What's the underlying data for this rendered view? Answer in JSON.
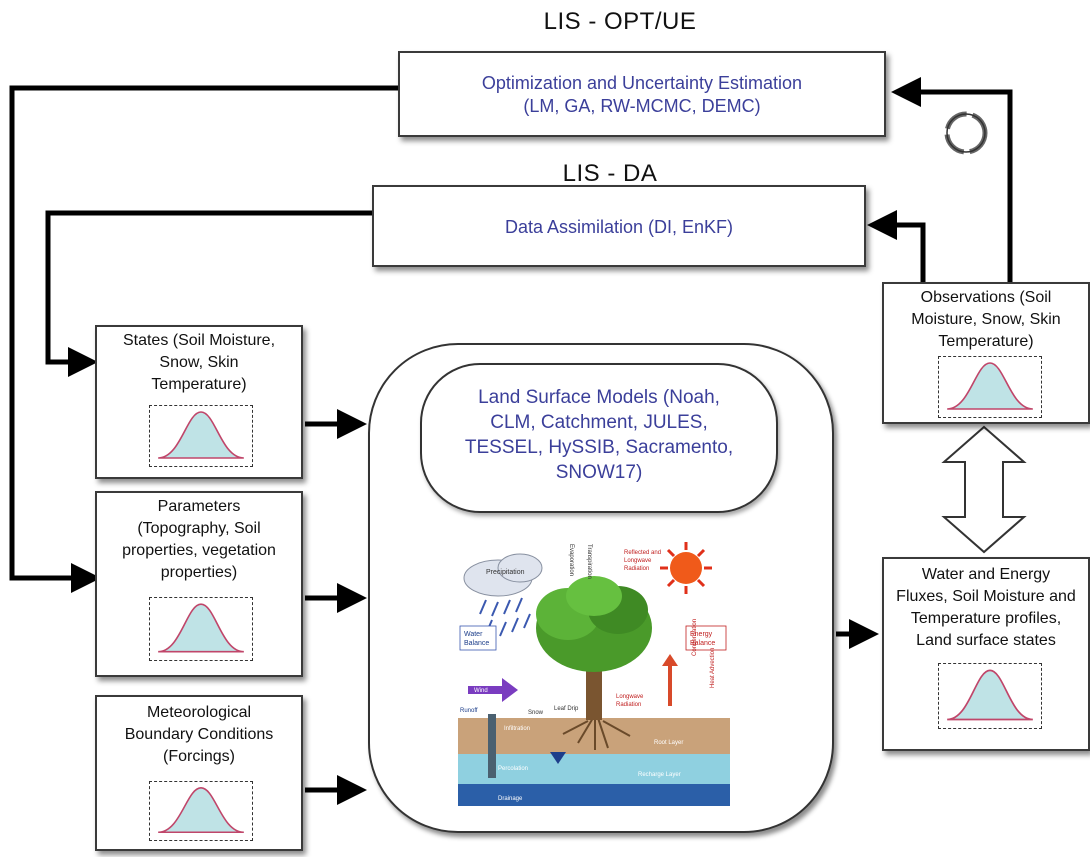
{
  "opt_title": "LIS - OPT/UE",
  "opt_box": {
    "line1": "Optimization and Uncertainty Estimation",
    "line2": "(LM, GA, RW-MCMC, DEMC)"
  },
  "da_title": "LIS - DA",
  "da_box": {
    "text": "Data Assimilation  (DI, EnKF)"
  },
  "states_box": {
    "line1": "States (Soil Moisture,",
    "line2": "Snow, Skin",
    "line3": "Temperature)"
  },
  "parameters_box": {
    "line1": "Parameters",
    "line2": "(Topography, Soil",
    "line3": "properties, vegetation",
    "line4": "properties)"
  },
  "forcings_box": {
    "line1": "Meteorological",
    "line2": "Boundary Conditions",
    "line3": "(Forcings)"
  },
  "lsm_box": {
    "line1": "Land Surface Models (Noah,",
    "line2": "CLM, Catchment, JULES,",
    "line3": "TESSEL, HySSIB, Sacramento,",
    "line4": "SNOW17)"
  },
  "observations_box": {
    "line1": "Observations (Soil",
    "line2": "Moisture, Snow, Skin",
    "line3": "Temperature)"
  },
  "outputs_box": {
    "line1": "Water and Energy",
    "line2": "Fluxes, Soil Moisture and",
    "line3": "Temperature profiles,",
    "line4": "Land surface states"
  },
  "illustration": {
    "precipitation": "Precipitation",
    "reflected": "Reflected and",
    "longwave": "Longwave",
    "radiation": "Radiation",
    "water_balance_1": "Water",
    "water_balance_2": "Balance",
    "energy_balance_1": "Energy",
    "energy_balance_2": "Balance",
    "wind": "Wind",
    "leaf_drip": "Leaf Drip",
    "longwave_radiation_1": "Longwave",
    "longwave_radiation_2": "Radiation",
    "runoff": "Runoff",
    "snow": "Snow",
    "infiltration": "Infiltration",
    "percolation": "Percolation",
    "root_layer": "Root Layer",
    "recharge_layer": "Recharge Layer",
    "drainage": "Drainage",
    "evaporation": "Evaporation",
    "transpiration": "Transpiration",
    "condensation": "Condensation",
    "heat_advection": "Heat Advection"
  },
  "colors": {
    "box_text_blue": "#3b3f9a",
    "curve_fill": "#bfe3e6",
    "curve_stroke": "#c0466a",
    "arrow": "#000000"
  }
}
